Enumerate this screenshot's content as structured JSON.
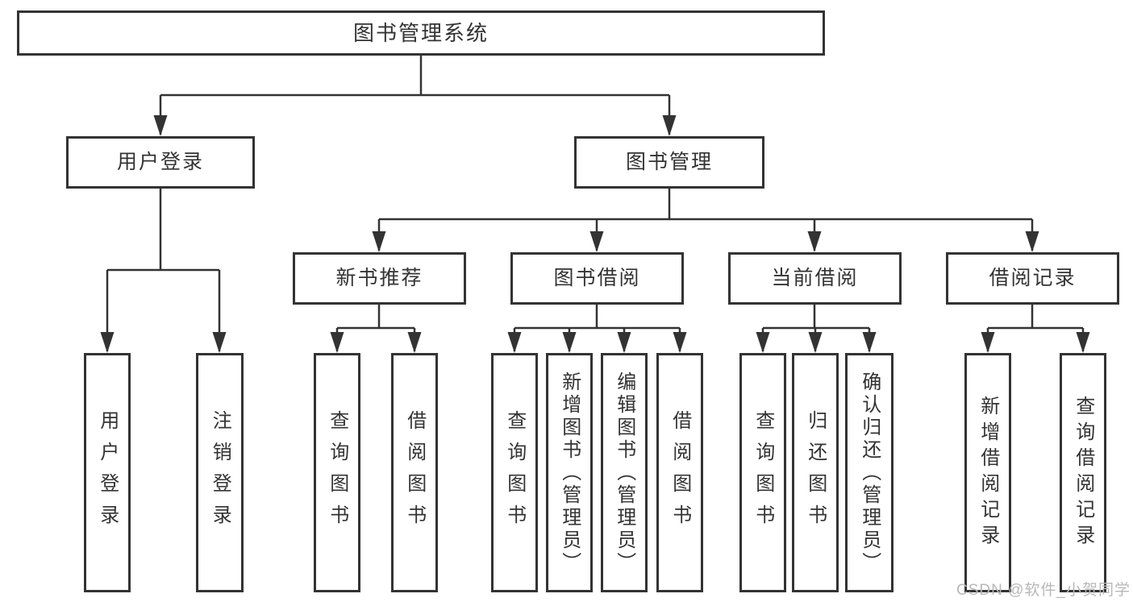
{
  "diagram": {
    "root": {
      "label": "图书管理系统"
    },
    "level2": [
      {
        "label": "用户登录"
      },
      {
        "label": "图书管理"
      }
    ],
    "level3": [
      {
        "label": "新书推荐",
        "parent": "图书管理"
      },
      {
        "label": "图书借阅",
        "parent": "图书管理"
      },
      {
        "label": "当前借阅",
        "parent": "图书管理"
      },
      {
        "label": "借阅记录",
        "parent": "图书管理"
      }
    ],
    "level4": [
      {
        "label": "用户登录",
        "parent": "用户登录"
      },
      {
        "label": "注销登录",
        "parent": "用户登录"
      },
      {
        "label": "查询图书",
        "parent": "新书推荐"
      },
      {
        "label": "借阅图书",
        "parent": "新书推荐"
      },
      {
        "label": "查询图书",
        "parent": "图书借阅"
      },
      {
        "label": "新增图书（管理员）",
        "parent": "图书借阅"
      },
      {
        "label": "编辑图书（管理员）",
        "parent": "图书借阅"
      },
      {
        "label": "借阅图书",
        "parent": "图书借阅"
      },
      {
        "label": "查询图书",
        "parent": "当前借阅"
      },
      {
        "label": "归还图书",
        "parent": "当前借阅"
      },
      {
        "label": "确认归还（管理员）",
        "parent": "当前借阅"
      },
      {
        "label": "新增借阅记录",
        "parent": "借阅记录"
      },
      {
        "label": "查询借阅记录",
        "parent": "借阅记录"
      }
    ]
  },
  "watermark": {
    "text": "CSDN @软件_小贺同学"
  },
  "colors": {
    "line": "#333333",
    "text": "#333333",
    "background": "#ffffff",
    "watermark": "#b8b8b8"
  }
}
